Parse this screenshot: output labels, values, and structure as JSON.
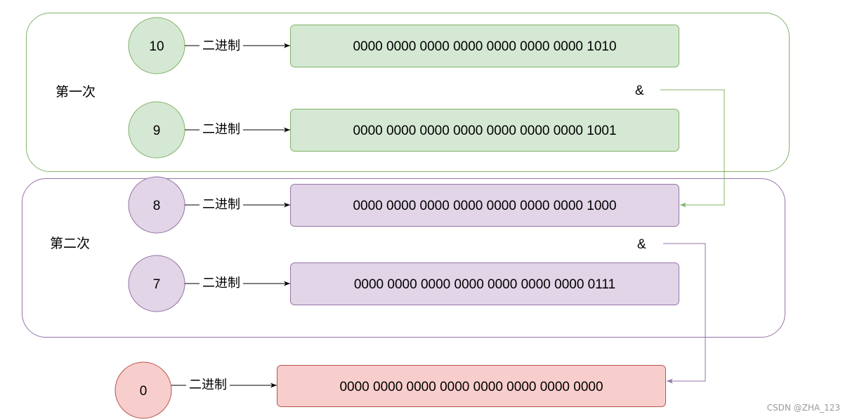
{
  "groups": [
    {
      "label": "第一次",
      "stroke": "#82b366"
    },
    {
      "label": "第二次",
      "stroke": "#9673a6"
    }
  ],
  "rows": [
    {
      "number": "10",
      "edge": "二进制",
      "binary": "0000 0000 0000 0000 0000 0000 0000 1010",
      "fill": "#d5e8d4",
      "stroke": "#82b366"
    },
    {
      "number": "9",
      "edge": "二进制",
      "binary": "0000 0000 0000 0000 0000 0000 0000 1001",
      "fill": "#d5e8d4",
      "stroke": "#82b366"
    },
    {
      "number": "8",
      "edge": "二进制",
      "binary": "0000 0000 0000 0000 0000 0000 0000 1000",
      "fill": "#e1d5e7",
      "stroke": "#9673a6"
    },
    {
      "number": "7",
      "edge": "二进制",
      "binary": "0000 0000 0000 0000 0000 0000 0000 0111",
      "fill": "#e1d5e7",
      "stroke": "#9673a6"
    },
    {
      "number": "0",
      "edge": "二进制",
      "binary": "0000 0000 0000 0000 0000 0000 0000 0000",
      "fill": "#f8cecc",
      "stroke": "#b85450"
    }
  ],
  "operators": [
    {
      "symbol": "&",
      "stroke": "#82b366"
    },
    {
      "symbol": "&",
      "stroke": "#9673a6"
    }
  ],
  "watermark": "CSDN @ZHA_123"
}
